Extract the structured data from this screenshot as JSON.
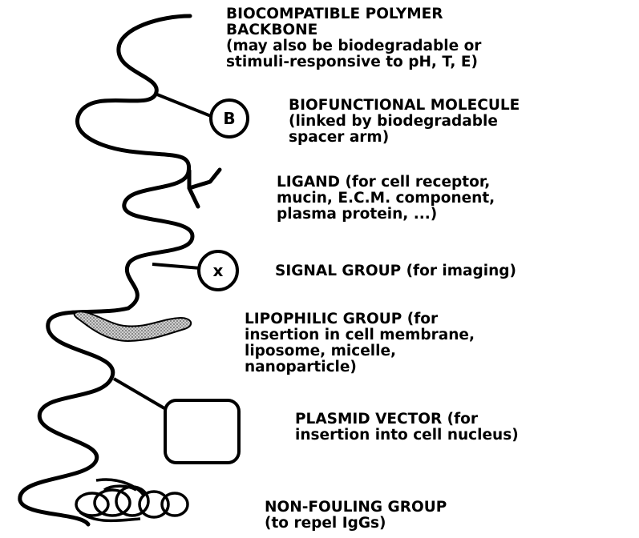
{
  "labels": {
    "backbone": [
      "BIOCOMPATIBLE POLYMER",
      "BACKBONE",
      "(may also be biodegradable or",
      "stimuli-responsive to pH, T, E)"
    ],
    "biofunctional": [
      "BIOFUNCTIONAL MOLECULE",
      "(linked by biodegradable",
      "spacer arm)"
    ],
    "ligand": [
      "LIGAND (for cell receptor,",
      "mucin, E.C.M. component,",
      "plasma protein, ...)"
    ],
    "signal": [
      "SIGNAL GROUP (for imaging)"
    ],
    "lipophilic": [
      "LIPOPHILIC GROUP (for",
      "insertion in cell membrane,",
      "liposome, micelle,",
      "nanoparticle)"
    ],
    "plasmid": [
      "PLASMID VECTOR (for",
      "insertion into cell nucleus)"
    ],
    "nonfouling": [
      "NON-FOULING GROUP",
      "(to repel IgGs)"
    ]
  },
  "symbols": {
    "biofunctional": "B",
    "signal": "x"
  },
  "colors": {
    "ink": "#000000",
    "lipophilic_fill": "#c8c8c8",
    "background": "#ffffff"
  }
}
